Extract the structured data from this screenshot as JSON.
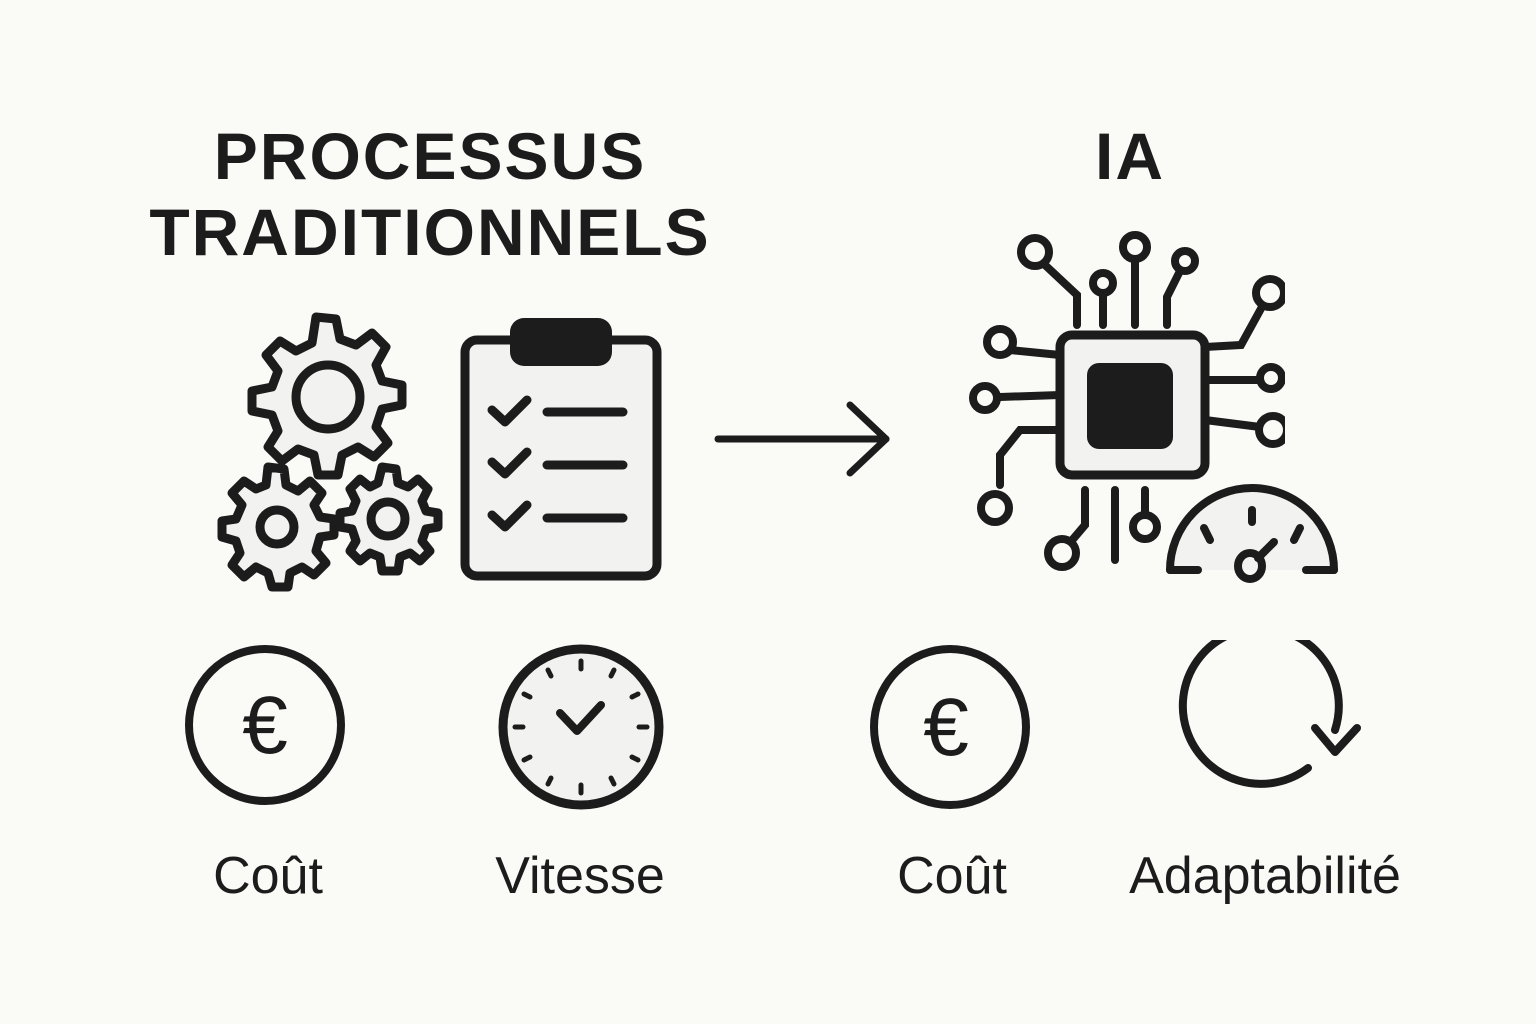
{
  "left_section": {
    "title_line1": "PROCESSUS",
    "title_line2": "TRADITIONNELS",
    "icons": [
      "gears-icon",
      "clipboard-checklist-icon"
    ],
    "metrics": [
      {
        "icon": "euro-coin-icon",
        "label": "Coût"
      },
      {
        "icon": "clock-icon",
        "label": "Vitesse"
      }
    ]
  },
  "arrow": {
    "icon": "arrow-right-icon"
  },
  "right_section": {
    "title": "IA",
    "icons": [
      "ai-chip-circuit-icon",
      "speedometer-gauge-icon"
    ],
    "metrics": [
      {
        "icon": "euro-coin-icon",
        "label": "Coût"
      },
      {
        "icon": "refresh-cycle-icon",
        "label": "Adaptabilité"
      }
    ]
  },
  "colors": {
    "background": "#fafaf7",
    "stroke": "#1c1c1c",
    "fill_light": "#f2f2f0"
  }
}
